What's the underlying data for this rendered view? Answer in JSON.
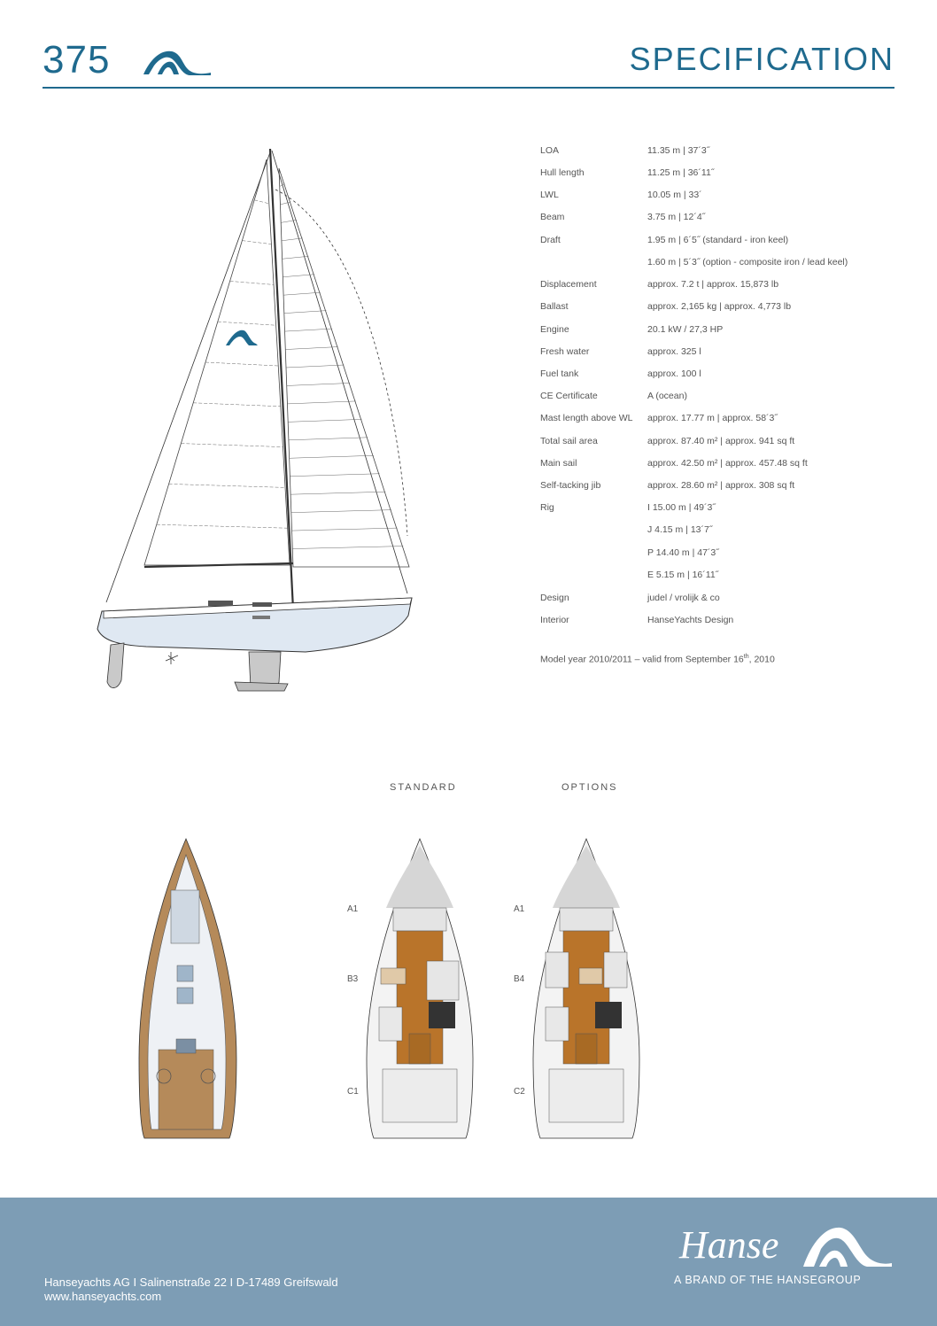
{
  "header": {
    "model": "375",
    "title": "SPECIFICATION"
  },
  "specs": [
    {
      "label": "LOA",
      "value": "11.35 m | 37´3˝"
    },
    {
      "label": "Hull length",
      "value": "11.25 m | 36´11˝"
    },
    {
      "label": "LWL",
      "value": "10.05 m | 33´"
    },
    {
      "label": "Beam",
      "value": "3.75 m | 12´4˝"
    },
    {
      "label": "Draft",
      "value": "1.95 m | 6´5˝ (standard - iron keel)"
    },
    {
      "label": "",
      "value": "1.60 m | 5´3˝ (option - composite iron / lead keel)"
    },
    {
      "label": "Displacement",
      "value": "approx. 7.2 t | approx. 15,873 lb"
    },
    {
      "label": "Ballast",
      "value": "approx. 2,165 kg | approx. 4,773 lb"
    },
    {
      "label": "Engine",
      "value": "20.1 kW / 27,3 HP"
    },
    {
      "label": "Fresh water",
      "value": "approx. 325 l"
    },
    {
      "label": "Fuel tank",
      "value": "approx. 100 l"
    },
    {
      "label": "CE Certificate",
      "value": "A (ocean)"
    },
    {
      "label": "Mast length above WL",
      "value": "approx. 17.77 m | approx. 58´3˝"
    },
    {
      "label": "Total sail area",
      "value": "approx. 87.40 m² | approx. 941 sq ft"
    },
    {
      "label": "Main sail",
      "value": "approx. 42.50 m² | approx. 457.48 sq ft"
    },
    {
      "label": "Self-tacking jib",
      "value": "approx. 28.60 m² | approx. 308 sq ft"
    },
    {
      "label": "Rig",
      "value": "I 15.00 m | 49´3˝"
    },
    {
      "label": "",
      "value": "J 4.15 m | 13´7˝"
    },
    {
      "label": "",
      "value": "P 14.40 m | 47´3˝"
    },
    {
      "label": "",
      "value": "E 5.15 m | 16´11˝"
    },
    {
      "label": "Design",
      "value": "judel / vrolijk & co"
    },
    {
      "label": "Interior",
      "value": "HanseYachts Design"
    }
  ],
  "model_year": {
    "text": "Model year 2010/2011 – valid from September 16",
    "sup": "th",
    "tail": ", 2010"
  },
  "layouts": {
    "standard": {
      "heading": "STANDARD",
      "labels": [
        "A1",
        "B3",
        "C1"
      ]
    },
    "options": {
      "heading": "OPTIONS",
      "labels": [
        "A1",
        "B4",
        "C2"
      ]
    }
  },
  "footer": {
    "address": "Hanseyachts AG I Salinenstraße 22 I D-17489 Greifswald",
    "website": "www.hanseyachts.com",
    "brand_name": "Hanse",
    "tagline": "A BRAND OF THE HANSEGROUP"
  },
  "colors": {
    "brand_blue": "#1f6a8e",
    "footer_bg": "#7d9db5",
    "wood": "#b9742a",
    "hull": "#dfe8f2"
  }
}
